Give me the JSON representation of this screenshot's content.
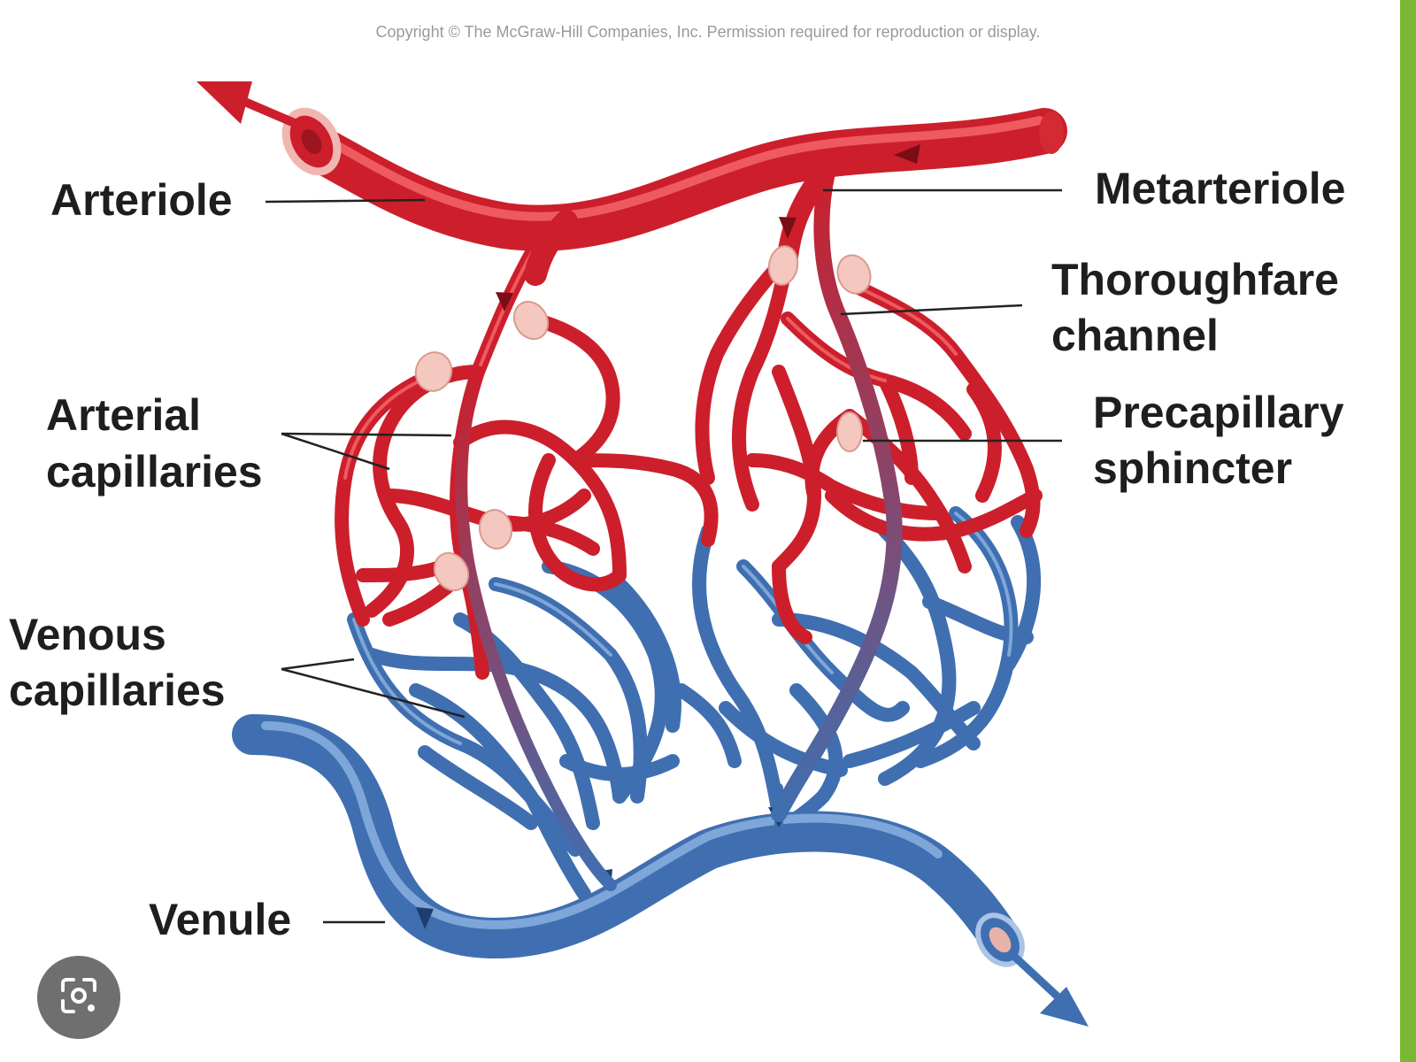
{
  "copyright": "Copyright © The McGraw-Hill Companies, Inc. Permission required for reproduction or display.",
  "labels": {
    "arteriole": "Arteriole",
    "metarteriole": "Metarteriole",
    "thoroughfare_line1": "Thoroughfare",
    "thoroughfare_line2": "channel",
    "precapillary_line1": "Precapillary",
    "precapillary_line2": "sphincter",
    "arterial_line1": "Arterial",
    "arterial_line2": "capillaries",
    "venous_line1": "Venous",
    "venous_line2": "capillaries",
    "venule": "Venule"
  },
  "icons": [
    "lens-camera-icon"
  ],
  "colors": {
    "arterial": "#cc1f2b",
    "venous": "#3f6fb0",
    "sphincter": "#f4c7bf",
    "edge_bar": "#7ab833"
  }
}
